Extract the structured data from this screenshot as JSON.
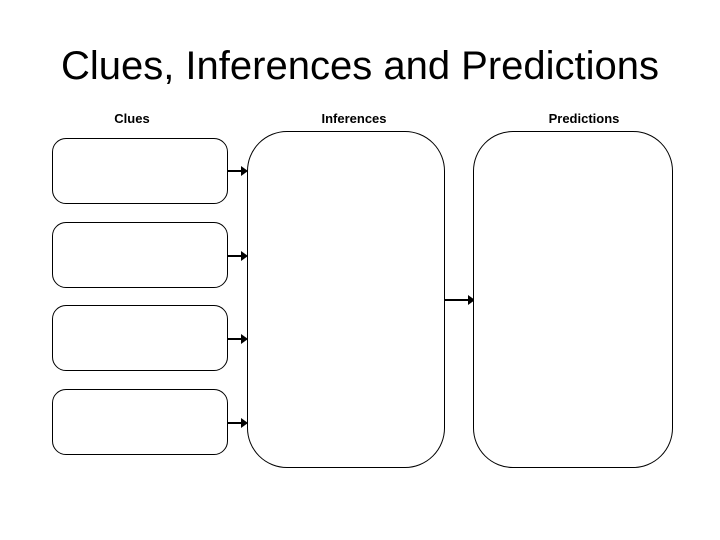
{
  "slide": {
    "title": "Clues, Inferences and Predictions",
    "columns": [
      {
        "label": "Clues"
      },
      {
        "label": "Inferences"
      },
      {
        "label": "Predictions"
      }
    ],
    "clue_box_count": 4,
    "arrows": {
      "clue_to_inference_count": 4,
      "inference_to_prediction_count": 1,
      "direction": "right"
    },
    "colors": {
      "background": "#ffffff",
      "stroke": "#000000",
      "text": "#000000",
      "box_fill": "#ffffff"
    }
  }
}
